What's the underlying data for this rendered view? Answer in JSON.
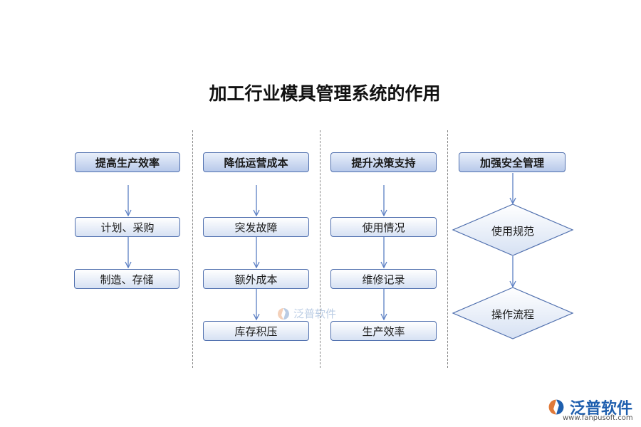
{
  "title": "加工行业模具管理系统的作用",
  "columns": [
    {
      "header": "提高生产效率",
      "items": [
        "计划、采购",
        "制造、存储"
      ]
    },
    {
      "header": "降低运营成本",
      "items": [
        "突发故障",
        "额外成本",
        "库存积压"
      ]
    },
    {
      "header": "提升决策支持",
      "items": [
        "使用情况",
        "维修记录",
        "生产效率"
      ]
    },
    {
      "header": "加强安全管理",
      "items": [
        "使用规范",
        "操作流程"
      ]
    }
  ],
  "watermark": {
    "brand": "泛普软件",
    "url": "www.fanpusoft.com"
  },
  "colors": {
    "border": "#4f6fae",
    "arrow": "#5b7fc4",
    "brand": "#1f5fae",
    "divider": "#888888"
  }
}
